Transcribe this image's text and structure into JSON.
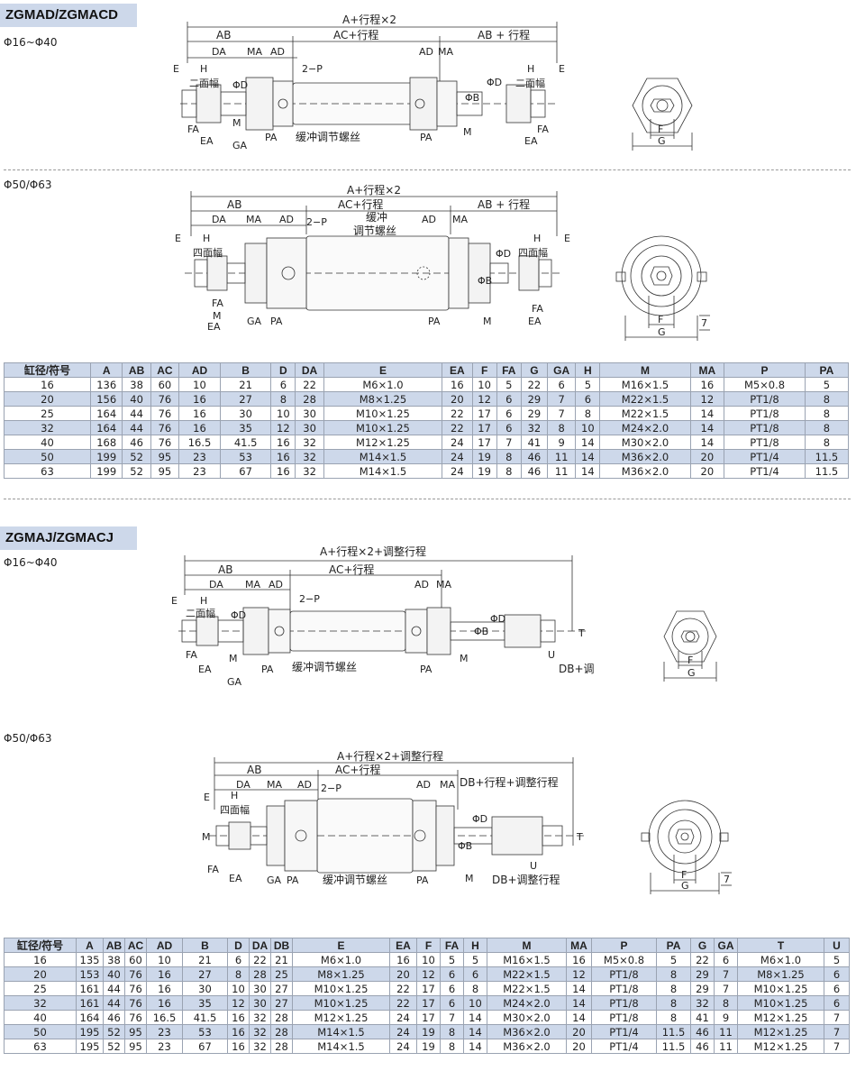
{
  "section1": {
    "title": "ZGMAD/ZGMACD",
    "range_small": "Φ16~Φ40",
    "range_large": "Φ50/Φ63",
    "drawing_small": {
      "dim_total": "A+行程×2",
      "dim_ab": "AB",
      "dim_ac": "AC+行程",
      "dim_ab_right": "AB + 行程",
      "label_da": "DA",
      "label_ma": "MA",
      "label_ad": "AD",
      "label_2p": "2−P",
      "label_e": "E",
      "label_h": "H",
      "label_flats": "二面幅",
      "label_d": "ΦD",
      "label_b": "ΦB",
      "label_fa": "FA",
      "label_ea": "EA",
      "label_ga": "GA",
      "label_m": "M",
      "label_pa": "PA",
      "label_cushion": "缓冲调节螺丝",
      "label_f": "F",
      "label_g": "G"
    },
    "drawing_large": {
      "dim_total": "A+行程×2",
      "dim_ab": "AB",
      "dim_ac": "AC+行程",
      "dim_ab_right": "AB + 行程",
      "label_da": "DA",
      "label_ma": "MA",
      "label_ad": "AD",
      "label_2p": "2−P",
      "label_cushion_1": "缓冲",
      "label_cushion_2": "调节螺丝",
      "label_e": "E",
      "label_h": "H",
      "label_flats": "四面幅",
      "label_d": "ΦD",
      "label_b": "ΦB",
      "label_fa": "FA",
      "label_ea": "EA",
      "label_ga": "GA",
      "label_m": "M",
      "label_pa": "PA",
      "label_f": "F",
      "label_g": "G",
      "label_7": "7"
    },
    "table": {
      "headers": [
        "缸径/符号",
        "A",
        "AB",
        "AC",
        "AD",
        "B",
        "D",
        "DA",
        "E",
        "EA",
        "F",
        "FA",
        "G",
        "GA",
        "H",
        "M",
        "MA",
        "P",
        "PA"
      ],
      "rows": [
        [
          "16",
          "136",
          "38",
          "60",
          "10",
          "21",
          "6",
          "22",
          "M6×1.0",
          "16",
          "10",
          "5",
          "22",
          "6",
          "5",
          "M16×1.5",
          "16",
          "M5×0.8",
          "5"
        ],
        [
          "20",
          "156",
          "40",
          "76",
          "16",
          "27",
          "8",
          "28",
          "M8×1.25",
          "20",
          "12",
          "6",
          "29",
          "7",
          "6",
          "M22×1.5",
          "12",
          "PT1/8",
          "8"
        ],
        [
          "25",
          "164",
          "44",
          "76",
          "16",
          "30",
          "10",
          "30",
          "M10×1.25",
          "22",
          "17",
          "6",
          "29",
          "7",
          "8",
          "M22×1.5",
          "14",
          "PT1/8",
          "8"
        ],
        [
          "32",
          "164",
          "44",
          "76",
          "16",
          "35",
          "12",
          "30",
          "M10×1.25",
          "22",
          "17",
          "6",
          "32",
          "8",
          "10",
          "M24×2.0",
          "14",
          "PT1/8",
          "8"
        ],
        [
          "40",
          "168",
          "46",
          "76",
          "16.5",
          "41.5",
          "16",
          "32",
          "M12×1.25",
          "24",
          "17",
          "7",
          "41",
          "9",
          "14",
          "M30×2.0",
          "14",
          "PT1/8",
          "8"
        ],
        [
          "50",
          "199",
          "52",
          "95",
          "23",
          "53",
          "16",
          "32",
          "M14×1.5",
          "24",
          "19",
          "8",
          "46",
          "11",
          "14",
          "M36×2.0",
          "20",
          "PT1/4",
          "11.5"
        ],
        [
          "63",
          "199",
          "52",
          "95",
          "23",
          "67",
          "16",
          "32",
          "M14×1.5",
          "24",
          "19",
          "8",
          "46",
          "11",
          "14",
          "M36×2.0",
          "20",
          "PT1/4",
          "11.5"
        ]
      ]
    }
  },
  "section2": {
    "title": "ZGMAJ/ZGMACJ",
    "range_small": "Φ16~Φ40",
    "range_large": "Φ50/Φ63",
    "drawing_small": {
      "dim_total": "A+行程×2+调整行程",
      "dim_ab": "AB",
      "dim_ac": "AC+行程",
      "label_da": "DA",
      "label_ma": "MA",
      "label_ad": "AD",
      "label_2p": "2−P",
      "label_e": "E",
      "label_h": "H",
      "label_flats": "二面幅",
      "label_d": "ΦD",
      "label_b": "ΦB",
      "label_fa": "FA",
      "label_ea": "EA",
      "label_ga": "GA",
      "label_m": "M",
      "label_pa": "PA",
      "label_cushion": "缓冲调节螺丝",
      "label_t": "T",
      "label_u": "U",
      "label_db": "DB+调整行程",
      "label_f": "F",
      "label_g": "G"
    },
    "drawing_large": {
      "dim_total": "A+行程×2+调整行程",
      "dim_ab": "AB",
      "dim_ac": "AC+行程",
      "dim_db_top": "DB+行程+调整行程",
      "label_da": "DA",
      "label_ma": "MA",
      "label_ad": "AD",
      "label_2p": "2−P",
      "label_e": "E",
      "label_h": "H",
      "label_flats": "四面幅",
      "label_d": "ΦD",
      "label_b": "ΦB",
      "label_fa": "FA",
      "label_ea": "EA",
      "label_ga": "GA",
      "label_m": "M",
      "label_pa": "PA",
      "label_cushion": "缓冲调节螺丝",
      "label_t": "T",
      "label_u": "U",
      "label_db": "DB+调整行程",
      "label_f": "F",
      "label_g": "G",
      "label_7": "7"
    },
    "table": {
      "headers": [
        "缸径/符号",
        "A",
        "AB",
        "AC",
        "AD",
        "B",
        "D",
        "DA",
        "DB",
        "E",
        "EA",
        "F",
        "FA",
        "H",
        "M",
        "MA",
        "P",
        "PA",
        "G",
        "GA",
        "T",
        "U"
      ],
      "rows": [
        [
          "16",
          "135",
          "38",
          "60",
          "10",
          "21",
          "6",
          "22",
          "21",
          "M6×1.0",
          "16",
          "10",
          "5",
          "5",
          "M16×1.5",
          "16",
          "M5×0.8",
          "5",
          "22",
          "6",
          "M6×1.0",
          "5"
        ],
        [
          "20",
          "153",
          "40",
          "76",
          "16",
          "27",
          "8",
          "28",
          "25",
          "M8×1.25",
          "20",
          "12",
          "6",
          "6",
          "M22×1.5",
          "12",
          "PT1/8",
          "8",
          "29",
          "7",
          "M8×1.25",
          "6"
        ],
        [
          "25",
          "161",
          "44",
          "76",
          "16",
          "30",
          "10",
          "30",
          "27",
          "M10×1.25",
          "22",
          "17",
          "6",
          "8",
          "M22×1.5",
          "14",
          "PT1/8",
          "8",
          "29",
          "7",
          "M10×1.25",
          "6"
        ],
        [
          "32",
          "161",
          "44",
          "76",
          "16",
          "35",
          "12",
          "30",
          "27",
          "M10×1.25",
          "22",
          "17",
          "6",
          "10",
          "M24×2.0",
          "14",
          "PT1/8",
          "8",
          "32",
          "8",
          "M10×1.25",
          "6"
        ],
        [
          "40",
          "164",
          "46",
          "76",
          "16.5",
          "41.5",
          "16",
          "32",
          "28",
          "M12×1.25",
          "24",
          "17",
          "7",
          "14",
          "M30×2.0",
          "14",
          "PT1/8",
          "8",
          "41",
          "9",
          "M12×1.25",
          "7"
        ],
        [
          "50",
          "195",
          "52",
          "95",
          "23",
          "53",
          "16",
          "32",
          "28",
          "M14×1.5",
          "24",
          "19",
          "8",
          "14",
          "M36×2.0",
          "20",
          "PT1/4",
          "11.5",
          "46",
          "11",
          "M12×1.25",
          "7"
        ],
        [
          "63",
          "195",
          "52",
          "95",
          "23",
          "67",
          "16",
          "32",
          "28",
          "M14×1.5",
          "24",
          "19",
          "8",
          "14",
          "M36×2.0",
          "20",
          "PT1/4",
          "11.5",
          "46",
          "11",
          "M12×1.25",
          "7"
        ]
      ]
    }
  }
}
